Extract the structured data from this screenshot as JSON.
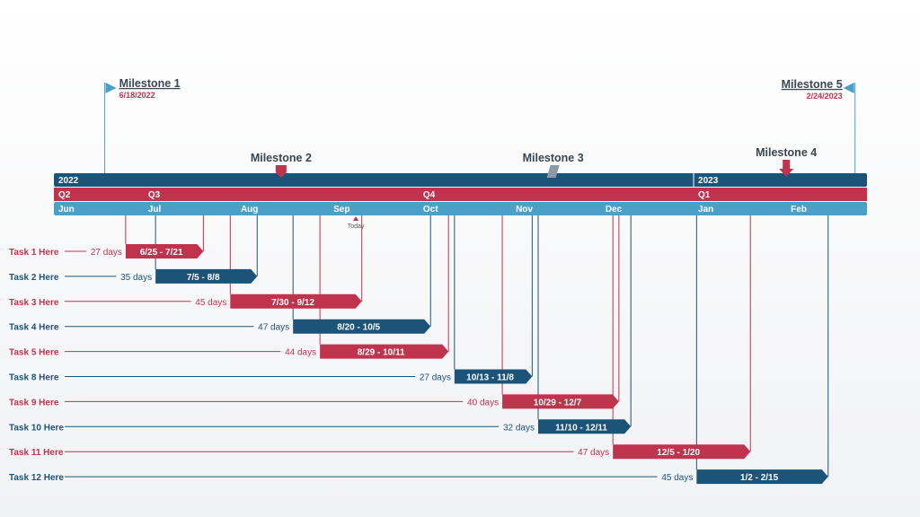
{
  "colors": {
    "navy": "#1b5478",
    "crimson": "#c0334d",
    "steel": "#4aa0c6",
    "gray": "#8a9aa6",
    "bg": "#ffffff"
  },
  "chart_data": {
    "type": "gantt",
    "timeline": {
      "start": "2022-06-01",
      "end": "2023-02-28",
      "years": [
        {
          "label": "2022",
          "start": "2022-06-01"
        },
        {
          "label": "2023",
          "start": "2023-01-01"
        }
      ],
      "quarters": [
        {
          "label": "Q2",
          "start": "2022-06-01"
        },
        {
          "label": "Q3",
          "start": "2022-07-01"
        },
        {
          "label": "Q4",
          "start": "2022-10-01"
        },
        {
          "label": "Q1",
          "start": "2023-01-01"
        }
      ],
      "months": [
        {
          "label": "Jun",
          "start": "2022-06-01"
        },
        {
          "label": "Jul",
          "start": "2022-07-01"
        },
        {
          "label": "Aug",
          "start": "2022-08-01"
        },
        {
          "label": "Sep",
          "start": "2022-09-01"
        },
        {
          "label": "Oct",
          "start": "2022-10-01"
        },
        {
          "label": "Nov",
          "start": "2022-11-01"
        },
        {
          "label": "Dec",
          "start": "2022-12-01"
        },
        {
          "label": "Jan",
          "start": "2023-01-01"
        },
        {
          "label": "Feb",
          "start": "2023-02-01"
        }
      ],
      "today": {
        "label": "Today",
        "date": "2022-09-10"
      }
    },
    "milestones": [
      {
        "name": "Milestone 1",
        "date": "2022-06-18",
        "date_label": "6/18/2022",
        "style": "flag-right",
        "color": "#4aa0c6"
      },
      {
        "name": "Milestone 2",
        "date": "2022-08-16",
        "date_label": "",
        "style": "marker-down",
        "color": "#c0334d"
      },
      {
        "name": "Milestone 3",
        "date": "2022-11-15",
        "date_label": "",
        "style": "parallelogram",
        "color": "#8a9aa6"
      },
      {
        "name": "Milestone 4",
        "date": "2023-02-01",
        "date_label": "",
        "style": "arrow-down",
        "color": "#c0334d"
      },
      {
        "name": "Milestone 5",
        "date": "2023-02-24",
        "date_label": "2/24/2023",
        "style": "flag-left",
        "color": "#4aa0c6"
      }
    ],
    "tasks": [
      {
        "name": "Task 1 Here",
        "start": "2022-06-25",
        "end": "2022-07-21",
        "range": "6/25 - 7/21",
        "duration": "27 days",
        "color": "crimson"
      },
      {
        "name": "Task 2 Here",
        "start": "2022-07-05",
        "end": "2022-08-08",
        "range": "7/5 - 8/8",
        "duration": "35 days",
        "color": "navy"
      },
      {
        "name": "Task 3 Here",
        "start": "2022-07-30",
        "end": "2022-09-12",
        "range": "7/30 - 9/12",
        "duration": "45 days",
        "color": "crimson"
      },
      {
        "name": "Task 4 Here",
        "start": "2022-08-20",
        "end": "2022-10-05",
        "range": "8/20 - 10/5",
        "duration": "47 days",
        "color": "navy"
      },
      {
        "name": "Task 5 Here",
        "start": "2022-08-29",
        "end": "2022-10-11",
        "range": "8/29 - 10/11",
        "duration": "44 days",
        "color": "crimson"
      },
      {
        "name": "Task 8 Here",
        "start": "2022-10-13",
        "end": "2022-11-08",
        "range": "10/13 - 11/8",
        "duration": "27 days",
        "color": "navy"
      },
      {
        "name": "Task 9 Here",
        "start": "2022-10-29",
        "end": "2022-12-07",
        "range": "10/29 - 12/7",
        "duration": "40 days",
        "color": "crimson"
      },
      {
        "name": "Task 10 Here",
        "start": "2022-11-10",
        "end": "2022-12-11",
        "range": "11/10 - 12/11",
        "duration": "32 days",
        "color": "navy"
      },
      {
        "name": "Task 11 Here",
        "start": "2022-12-05",
        "end": "2023-01-20",
        "range": "12/5 - 1/20",
        "duration": "47 days",
        "color": "crimson"
      },
      {
        "name": "Task 12 Here",
        "start": "2023-01-02",
        "end": "2023-02-15",
        "range": "1/2 - 2/15",
        "duration": "45 days",
        "color": "navy"
      }
    ]
  }
}
